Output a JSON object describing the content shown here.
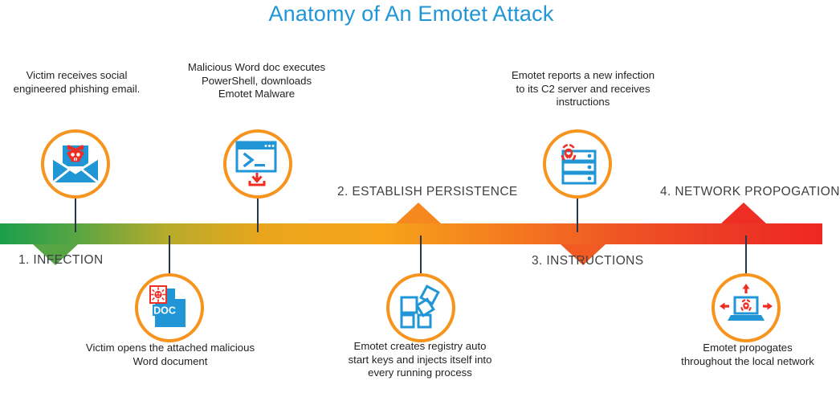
{
  "title": "Anatomy of An Emotet Attack",
  "colors": {
    "title": "#2196d6",
    "node_ring": "#f7941e",
    "icon_blue": "#2196d6",
    "icon_red": "#ee2d24",
    "stem": "#2b3648",
    "bar_start": "#1b9e4b",
    "bar_mid": "#f7a41b",
    "bar_end": "#ee2722",
    "marker_1": "#58a546",
    "marker_2": "#f6881f",
    "marker_3": "#f15a22",
    "marker_4": "#ee2d24",
    "text": "#231f20",
    "stage_text": "#3f3f43"
  },
  "stages": [
    {
      "id": "infection",
      "label": "1. INFECTION"
    },
    {
      "id": "persistence",
      "label": "2. ESTABLISH PERSISTENCE"
    },
    {
      "id": "instructions",
      "label": "3. INSTRUCTIONS"
    },
    {
      "id": "propogation",
      "label": "4. NETWORK PROPOGATION"
    }
  ],
  "steps": [
    {
      "id": "phishing-email",
      "icon": "envelope-skull-icon",
      "position": "above",
      "caption": "Victim receives social engineered phishing email."
    },
    {
      "id": "malicious-word-doc",
      "icon": "doc-virus-icon",
      "position": "below",
      "caption": "Victim opens the attached malicious Word document"
    },
    {
      "id": "powershell-download",
      "icon": "terminal-download-icon",
      "position": "above",
      "caption": "Malicious Word doc executes PowerShell, downloads Emotet Malware"
    },
    {
      "id": "registry-persistence",
      "icon": "process-blocks-icon",
      "position": "below",
      "caption": "Emotet creates registry auto start keys and injects itself into every running process"
    },
    {
      "id": "c2-server",
      "icon": "server-biohazard-icon",
      "position": "above",
      "caption": "Emotet reports a new infection to its C2 server and receives instructions"
    },
    {
      "id": "network-spread",
      "icon": "laptop-biohazard-spread-icon",
      "position": "below",
      "caption": "Emotet propogates throughout the local network"
    }
  ]
}
